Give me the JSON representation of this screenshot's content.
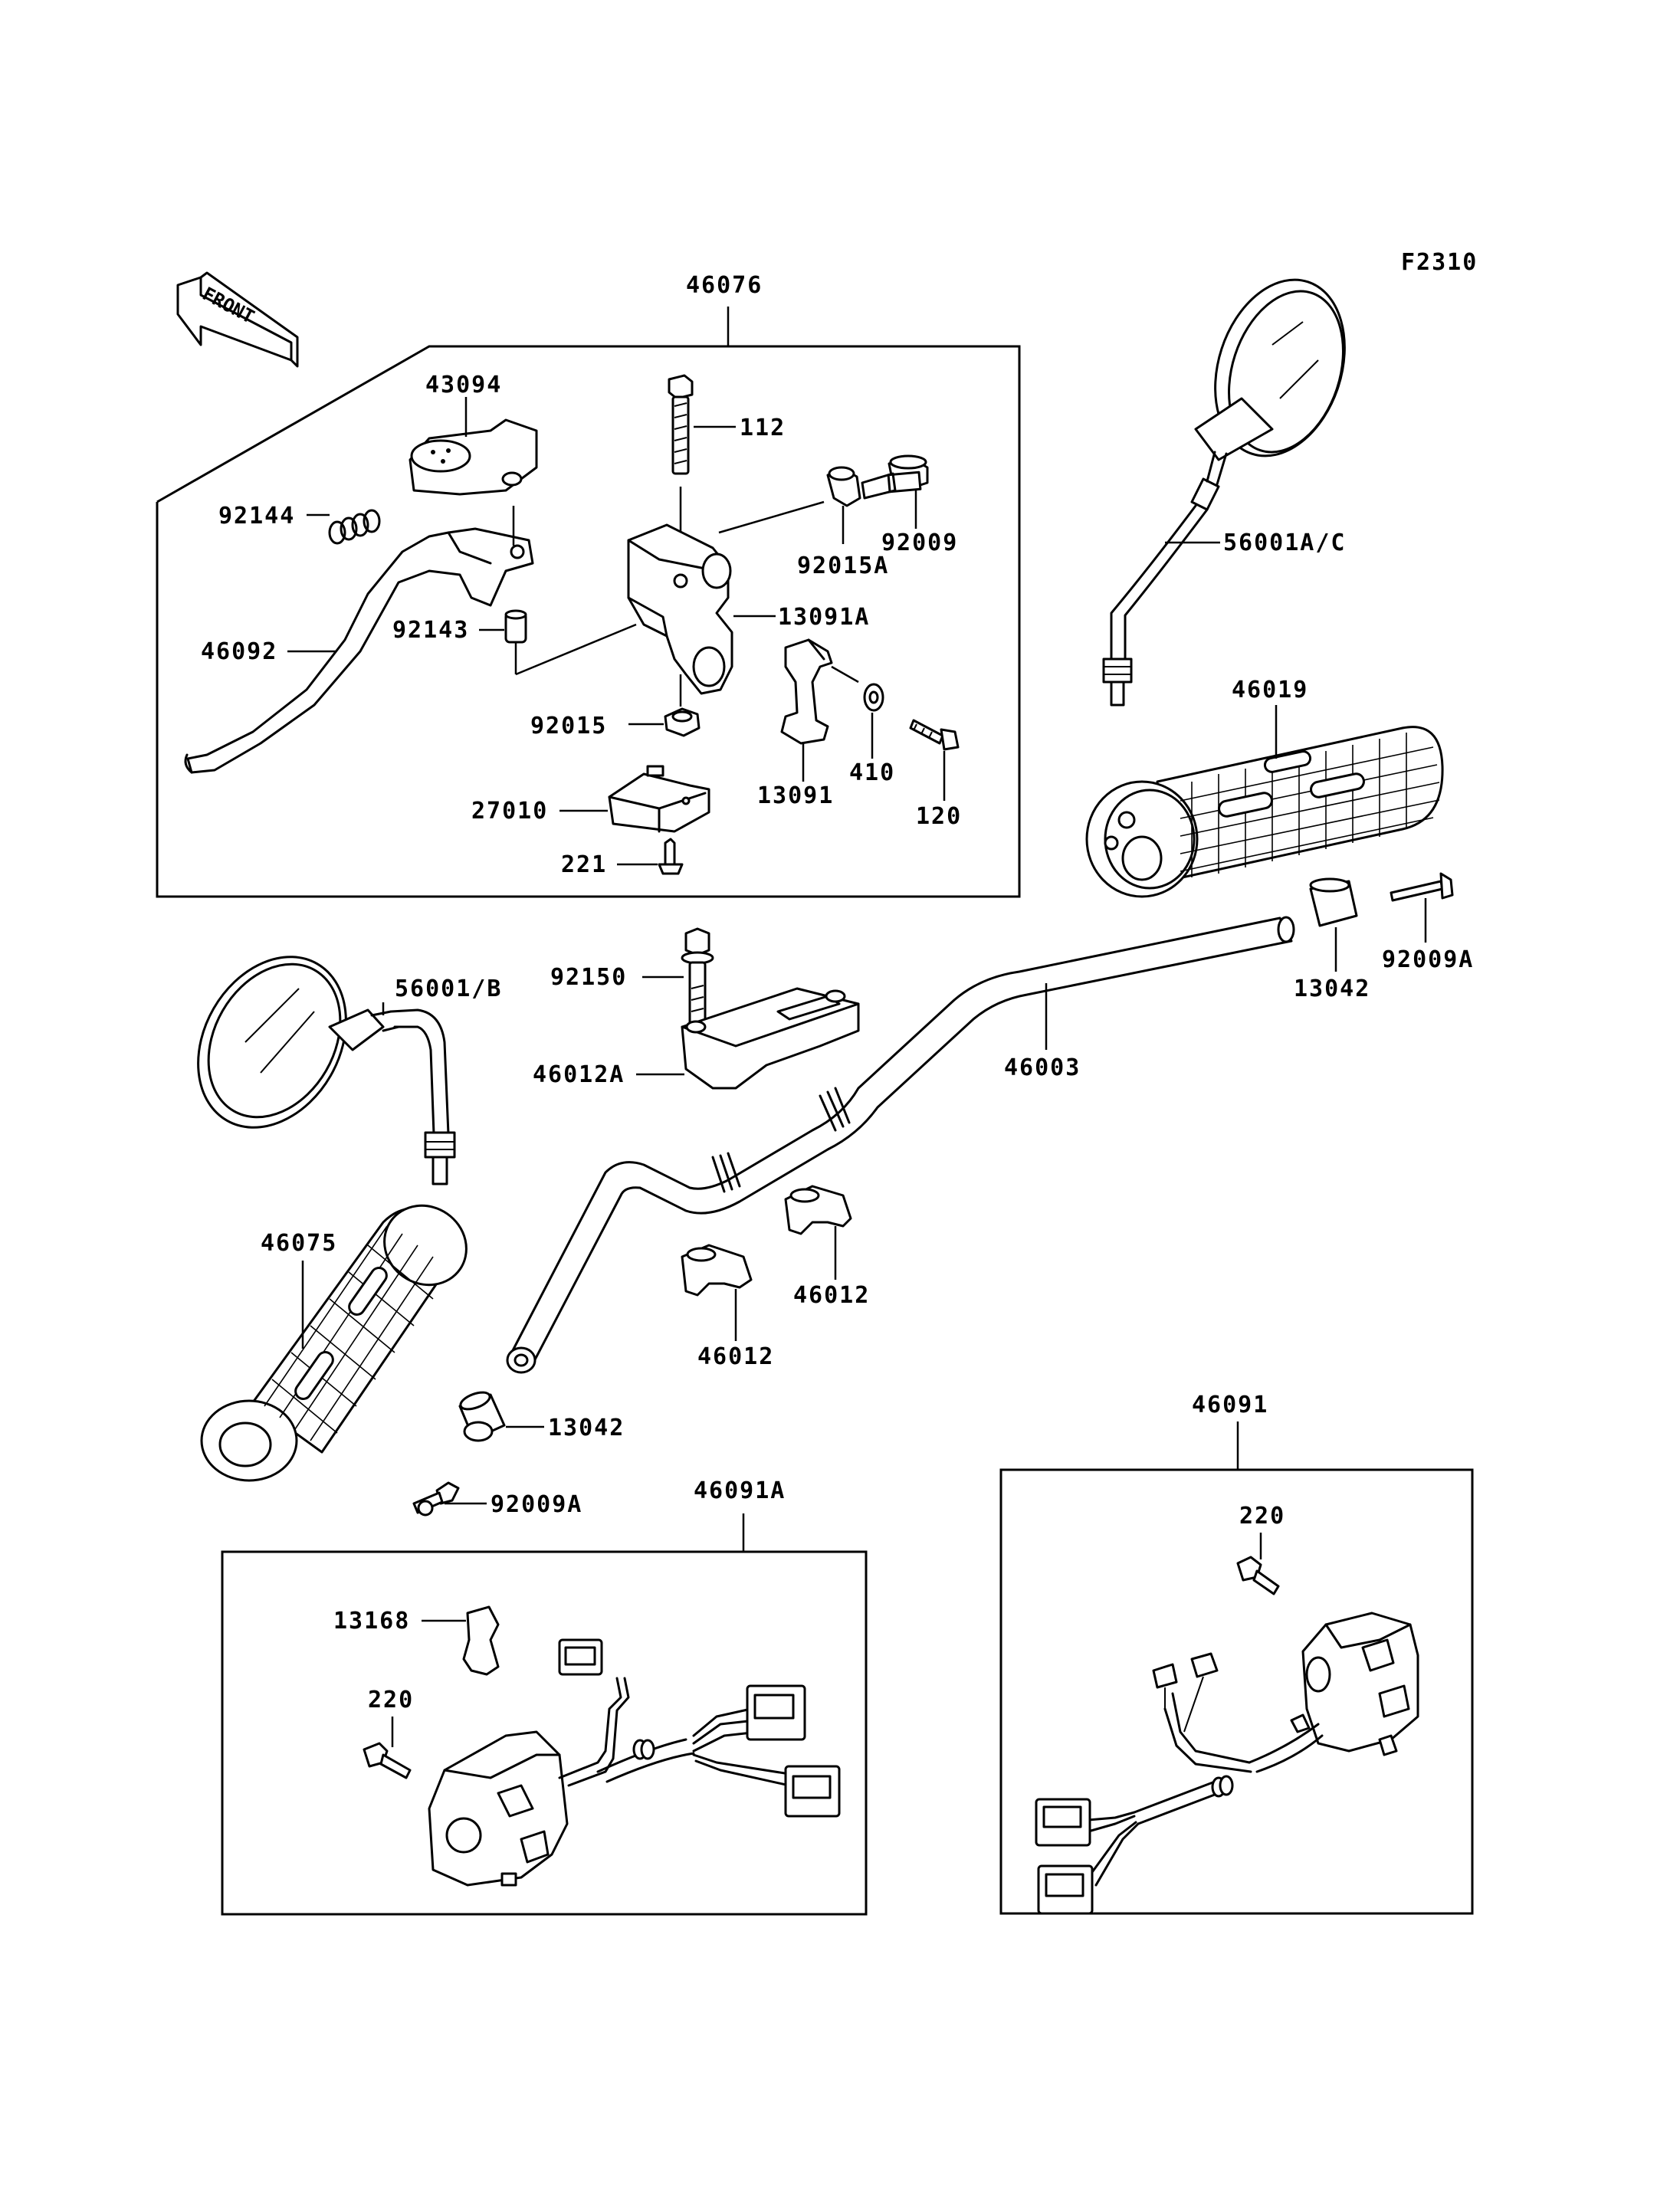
{
  "diagram_code": "F2310",
  "front_label": "FRONT",
  "labels": {
    "p46076": "46076",
    "p43094": "43094",
    "p112": "112",
    "p92144": "92144",
    "p92015A": "92015A",
    "p92009": "92009",
    "p46092": "46092",
    "p92143": "92143",
    "p13091A": "13091A",
    "p92015": "92015",
    "p13091": "13091",
    "p410": "410",
    "p120": "120",
    "p27010": "27010",
    "p221": "221",
    "p56001AC": "56001A/C",
    "p46019": "46019",
    "p13042_right": "13042",
    "p92009A_right": "92009A",
    "p56001B": "56001/B",
    "p92150": "92150",
    "p46012A": "46012A",
    "p46003": "46003",
    "p46075": "46075",
    "p46012_a": "46012",
    "p46012_b": "46012",
    "p13042_left": "13042",
    "p92009A_left": "92009A",
    "p46091A": "46091A",
    "p13168": "13168",
    "p220_left": "220",
    "p46091": "46091",
    "p220_right": "220"
  }
}
